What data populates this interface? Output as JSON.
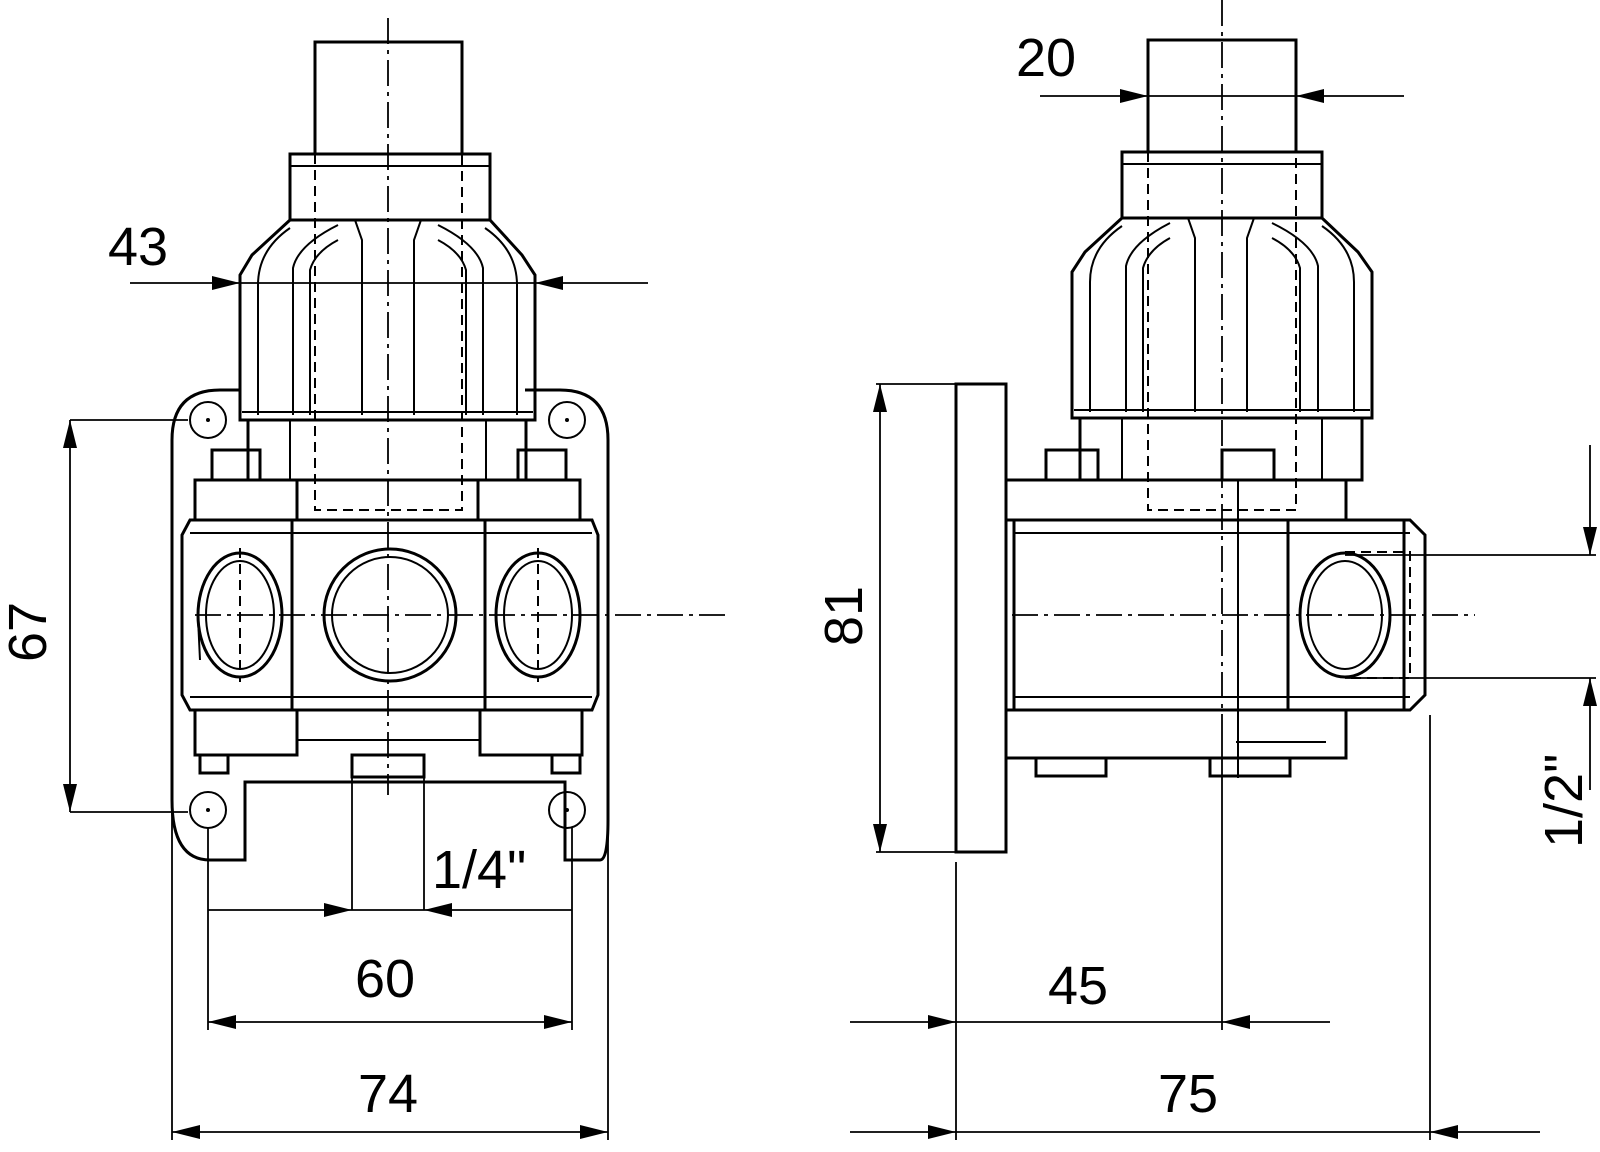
{
  "drawing": {
    "front_view": {
      "dimensions": {
        "nut_diameter": "43",
        "mount_height": "67",
        "port_thread": "1/4\"",
        "hole_spacing": "60",
        "overall_width": "74"
      }
    },
    "side_view": {
      "dimensions": {
        "stem_diameter": "20",
        "flange_height": "81",
        "outlet_thread": "1/2\"",
        "center_offset": "45",
        "overall_depth": "75"
      }
    }
  }
}
